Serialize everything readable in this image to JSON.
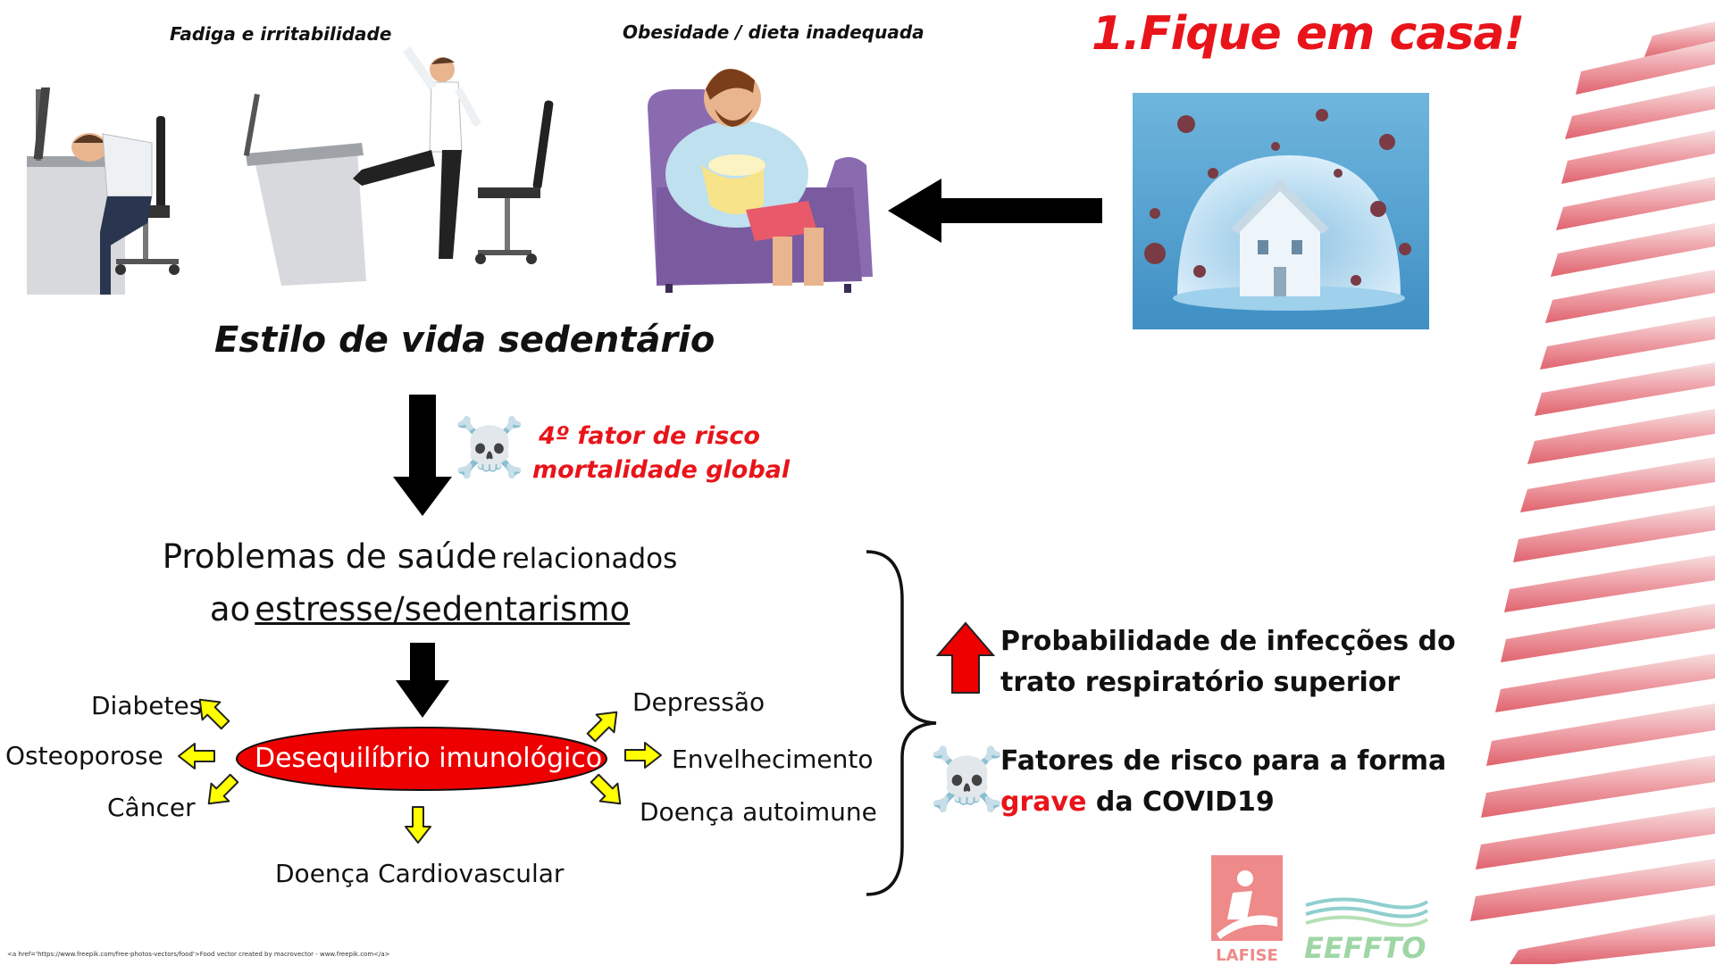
{
  "illustrations": {
    "fatigue_caption": "Fadiga e irritabilidade",
    "obesity_caption": "Obesidade / dieta inadequada"
  },
  "headline": "1.Fique em casa!",
  "lifestyle_label": "Estilo de vida sedentário",
  "risk": {
    "line1": "4º fator de risco",
    "line2": "mortalidade global"
  },
  "problems": {
    "part1": "Problemas de saúde",
    "part2": "relacionados",
    "part3": "ao",
    "part4": "estresse/sedentarismo"
  },
  "immune_imbalance": "Desequilíbrio imunológico",
  "diseases": {
    "diabetes": "Diabetes",
    "osteoporose": "Osteoporose",
    "cancer": "Câncer",
    "depressao": "Depressão",
    "envelhecimento": "Envelhecimento",
    "autoimune": "Doença autoimune",
    "cardiovascular": "Doença Cardiovascular"
  },
  "conclusions": {
    "infection_line1": "Probabilidade de infecções do",
    "infection_line2": "trato respiratório superior",
    "covid_line1": "Fatores de risco para a forma",
    "covid_grave": "grave",
    "covid_rest": "da COVID19"
  },
  "credit": "<a href='https://www.freepik.com/free-photos-vectors/food'>Food vector created by macrovector - www.freepik.com</a>",
  "logos": {
    "lafise": "LAFISE",
    "eeffto": "EEFFTO"
  },
  "colors": {
    "accent_red": "#e8141a",
    "arrow_yellow": "#ffff00",
    "stripe_red": "#e0646e"
  }
}
